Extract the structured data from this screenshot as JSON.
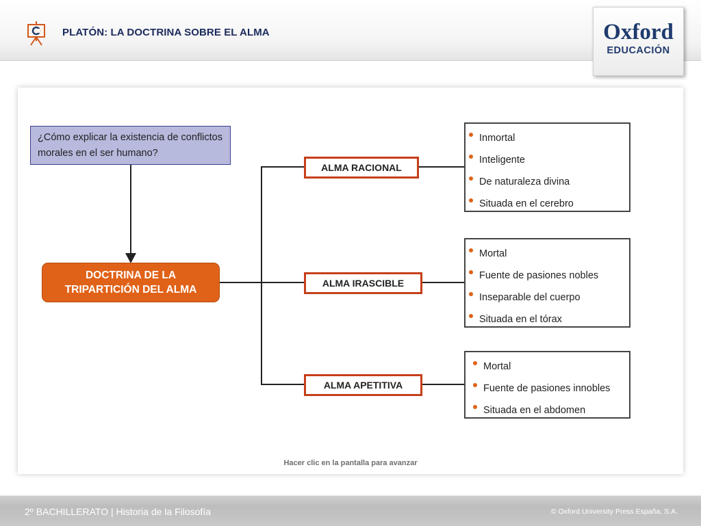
{
  "header": {
    "title": "PLATÓN: LA DOCTRINA SOBRE EL ALMA",
    "icon": "presentation-board-icon"
  },
  "logo": {
    "brand": "Oxford",
    "subtitle": "EDUCACIÓN"
  },
  "diagram": {
    "question": "¿Cómo explicar la existencia de conflictos morales en el ser humano?",
    "doctrine": "DOCTRINA DE LA TRIPARTICIÓN DEL ALMA",
    "souls": [
      {
        "label": "ALMA RACIONAL",
        "traits": [
          "Inmortal",
          "Inteligente",
          "De naturaleza divina",
          "Situada en el cerebro"
        ]
      },
      {
        "label": "ALMA IRASCIBLE",
        "traits": [
          "Mortal",
          "Fuente de pasiones nobles",
          "Inseparable del cuerpo",
          "Situada en el tórax"
        ]
      },
      {
        "label": "ALMA APETITIVA",
        "traits": [
          "Mortal",
          "Fuente de pasiones innobles",
          "Situada en el abdomen"
        ]
      }
    ]
  },
  "hint": "Hacer clic en la pantalla para avanzar",
  "footer": {
    "course": "2º BACHILLERATO | Historia de la Filosofía",
    "copyright": "© Oxford University Press España, S.A."
  },
  "colors": {
    "accent": "#e06218",
    "soul_border": "#c63f1a",
    "question_fill": "#b7b9dd",
    "title": "#1a2a5c"
  }
}
